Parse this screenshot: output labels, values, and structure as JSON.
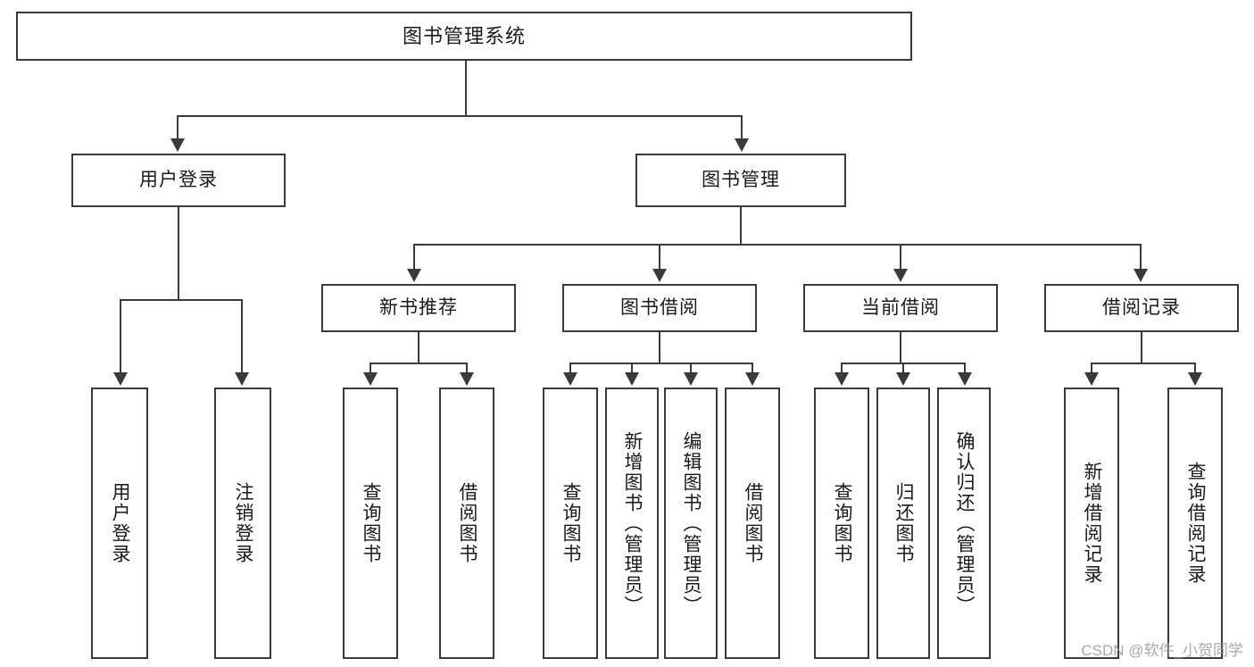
{
  "diagram": {
    "title": "图书管理系统",
    "type": "功能结构图",
    "watermark": "CSDN @软件_小贺同学",
    "colors": {
      "stroke": "#3a3a3a",
      "fill": "#ffffff",
      "text": "#1a1a1a",
      "watermark": "#9a9a9a"
    },
    "root": {
      "label": "图书管理系统"
    },
    "level2": [
      {
        "label": "用户登录"
      },
      {
        "label": "图书管理"
      }
    ],
    "level3": [
      {
        "label": "新书推荐"
      },
      {
        "label": "图书借阅"
      },
      {
        "label": "当前借阅"
      },
      {
        "label": "借阅记录"
      }
    ],
    "leaves": {
      "user_login": [
        {
          "label": "用户登录"
        },
        {
          "label": "注销登录"
        }
      ],
      "new_book": [
        {
          "label": "查询图书"
        },
        {
          "label": "借阅图书"
        }
      ],
      "book_borrow": [
        {
          "label": "查询图书"
        },
        {
          "label": "新增图书（管理员）"
        },
        {
          "label": "编辑图书（管理员）"
        },
        {
          "label": "借阅图书"
        }
      ],
      "current_borrow": [
        {
          "label": "查询图书"
        },
        {
          "label": "归还图书"
        },
        {
          "label": "确认归还（管理员）"
        }
      ],
      "borrow_record": [
        {
          "label": "新增借阅记录"
        },
        {
          "label": "查询借阅记录"
        }
      ]
    }
  }
}
